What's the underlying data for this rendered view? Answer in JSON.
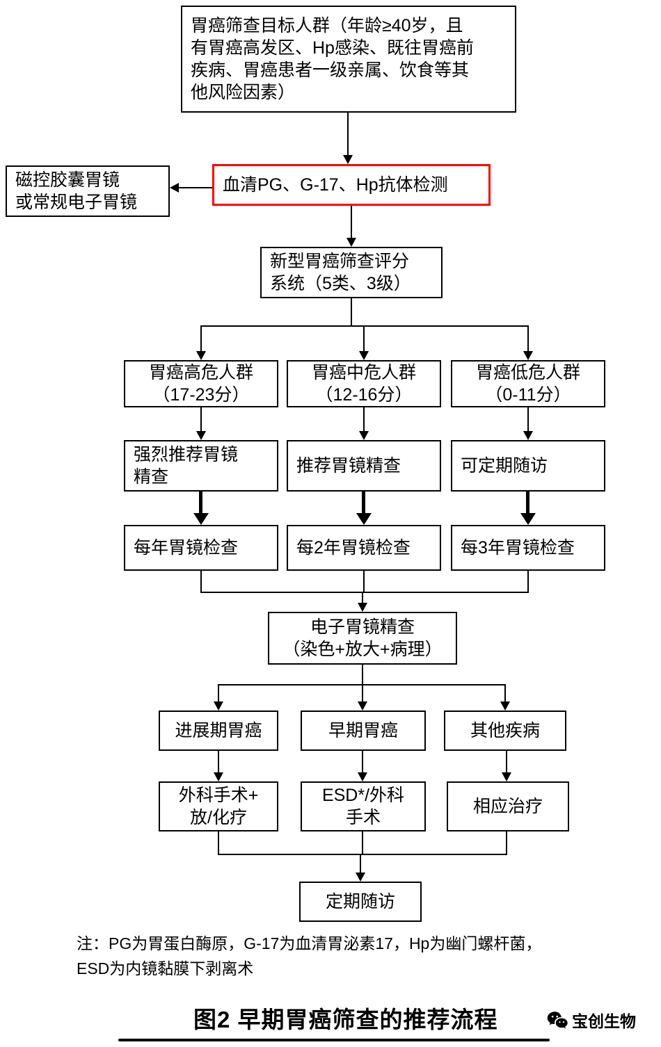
{
  "colors": {
    "box_border": "#000000",
    "highlight_border": "#ff0000",
    "text": "#000000",
    "background": "#ffffff"
  },
  "flowchart": {
    "target_population": "胃癌筛查目标人群（年龄≥40岁，且\n有胃癌高发区、Hp感染、既往胃癌前\n疾病、胃癌患者一级亲属、饮食等其\n他风险因素）",
    "capsule_endoscopy": "磁控胶囊胃镜\n或常规电子胃镜",
    "serum_test": "血清PG、G-17、Hp抗体检测",
    "scoring_system": "新型胃癌筛查评分\n系统（5类、3级）",
    "high_risk": "胃癌高危人群\n（17-23分）",
    "medium_risk": "胃癌中危人群\n（12-16分）",
    "low_risk": "胃癌低危人群\n（0-11分）",
    "high_risk_action": "强烈推荐胃镜\n精查",
    "medium_risk_action": "推荐胃镜精查",
    "low_risk_action": "可定期随访",
    "high_risk_interval": "每年胃镜检查",
    "medium_risk_interval": "每2年胃镜检查",
    "low_risk_interval": "每3年胃镜检查",
    "detailed_endoscopy": "电子胃镜精查\n（染色+放大+病理）",
    "advanced_cancer": "进展期胃癌",
    "early_cancer": "早期胃癌",
    "other_disease": "其他疾病",
    "advanced_treatment": "外科手术+\n放/化疗",
    "early_treatment": "ESD*/外科\n手术",
    "other_treatment": "相应治疗",
    "regular_followup": "定期随访"
  },
  "note": "注：PG为胃蛋白酶原，G-17为血清胃泌素17，Hp为幽门螺杆菌，\nESD为内镜黏膜下剥离术",
  "caption": "图2 早期胃癌筛查的推荐流程",
  "branding": {
    "name": "宝创生物",
    "icon": "wechat-logo-icon"
  }
}
